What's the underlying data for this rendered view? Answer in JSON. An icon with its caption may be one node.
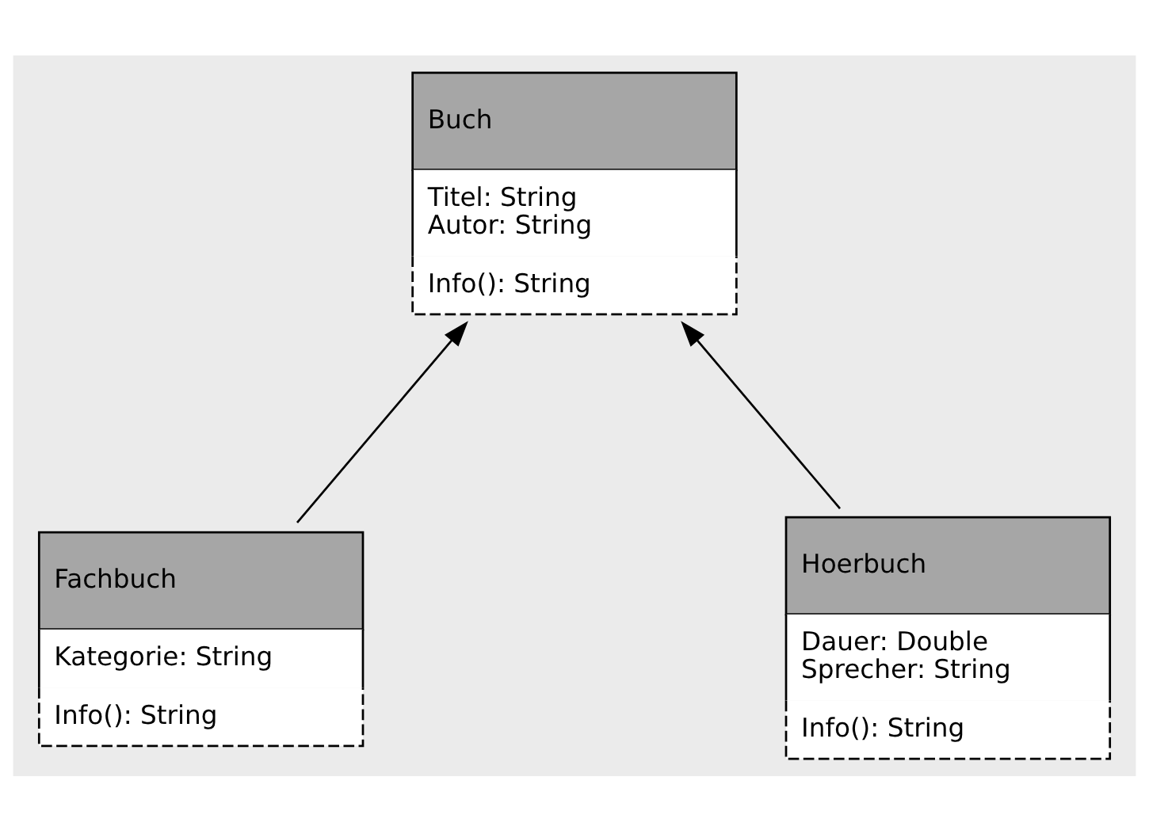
{
  "diagram": {
    "nodes": [
      {
        "text": [
          "Buch",
          "Titel: String",
          "Autor: String",
          "Info(): String"
        ]
      },
      {
        "text": [
          "Fachbuch",
          "Kategorie: String",
          "Info(): String"
        ]
      },
      {
        "text": [
          "Hoerbuch",
          "Dauer: Double",
          "Sprecher: String",
          "Info(): String"
        ]
      }
    ],
    "edges": [
      {
        "from": 1,
        "to": 0,
        "arrow": "to"
      },
      {
        "from": 2,
        "to": 0,
        "arrow": "to"
      }
    ]
  }
}
